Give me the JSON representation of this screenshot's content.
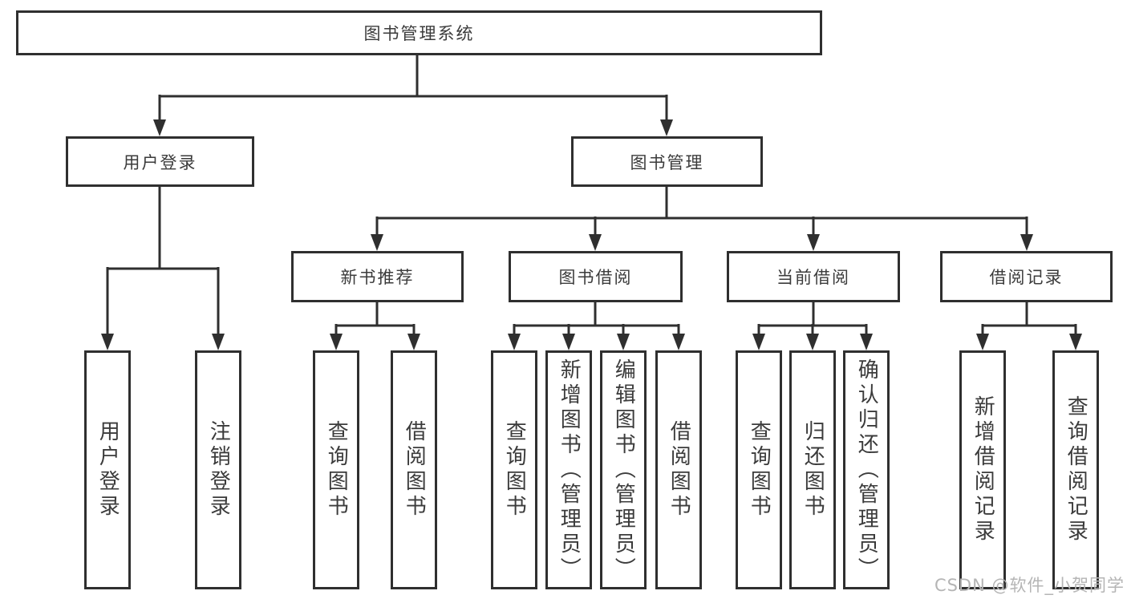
{
  "colors": {
    "background": "#ffffff",
    "box_border": "#2f2f2f",
    "connector_line": "#2f2f2f",
    "node_text": "#3b3b3b",
    "watermark_text": "#b5b5b5"
  },
  "diagram": {
    "root": {
      "label": "图书管理系统"
    },
    "level1": [
      {
        "label": "用户登录"
      },
      {
        "label": "图书管理"
      }
    ],
    "level2": [
      {
        "label": "新书推荐",
        "parent": "图书管理"
      },
      {
        "label": "图书借阅",
        "parent": "图书管理"
      },
      {
        "label": "当前借阅",
        "parent": "图书管理"
      },
      {
        "label": "借阅记录",
        "parent": "图书管理"
      }
    ],
    "leaves": [
      {
        "label": "用户登录",
        "parent": "用户登录"
      },
      {
        "label": "注销登录",
        "parent": "用户登录"
      },
      {
        "label": "查询图书",
        "parent": "新书推荐"
      },
      {
        "label": "借阅图书",
        "parent": "新书推荐"
      },
      {
        "label": "查询图书",
        "parent": "图书借阅"
      },
      {
        "label": "新增图书（管理员）",
        "parent": "图书借阅"
      },
      {
        "label": "编辑图书（管理员）",
        "parent": "图书借阅"
      },
      {
        "label": "借阅图书",
        "parent": "图书借阅"
      },
      {
        "label": "查询图书",
        "parent": "当前借阅"
      },
      {
        "label": "归还图书",
        "parent": "当前借阅"
      },
      {
        "label": "确认归还（管理员）",
        "parent": "当前借阅"
      },
      {
        "label": "新增借阅记录",
        "parent": "借阅记录"
      },
      {
        "label": "查询借阅记录",
        "parent": "借阅记录"
      }
    ]
  },
  "watermark": {
    "text": "CSDN @软件_小贺同学"
  }
}
